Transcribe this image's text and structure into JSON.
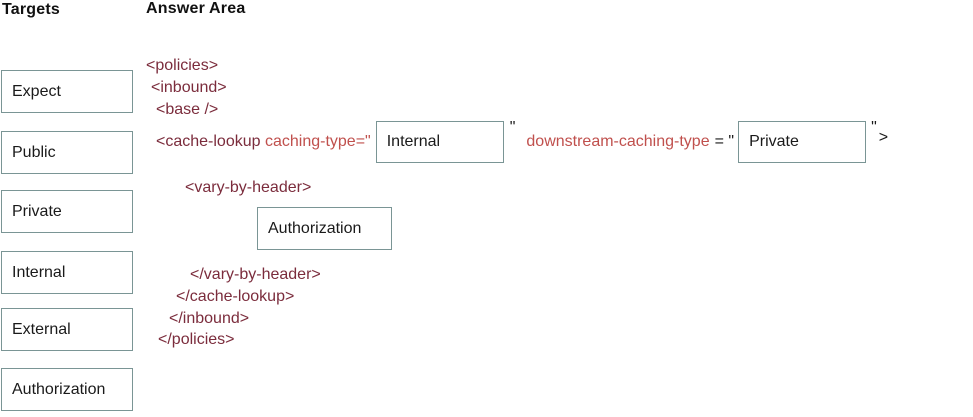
{
  "headers": {
    "targets": "Targets",
    "answer_area": "Answer Area"
  },
  "targets": {
    "items": [
      {
        "label": "Expect"
      },
      {
        "label": "Public"
      },
      {
        "label": "Private"
      },
      {
        "label": "Internal"
      },
      {
        "label": "External"
      },
      {
        "label": "Authorization"
      }
    ]
  },
  "answer_area": {
    "code": {
      "policies_open": "<policies>",
      "inbound_open": "<inbound>",
      "base_self_close": "<base />",
      "cache_lookup_open": "<cache-lookup ",
      "caching_type_attr": "caching-type=\"",
      "quote_after_caching_type": "\"",
      "downstream_attr": "downstream-caching-type",
      "downstream_eq_quote": "= \"",
      "quote_after_downstream": "\"",
      "tag_close_bracket": ">",
      "vary_by_header_open": "<vary-by-header>",
      "vary_by_header_close": "</vary-by-header>",
      "cache_lookup_close": "</cache-lookup>",
      "inbound_close": "</inbound>",
      "policies_close": "</policies>"
    },
    "dropzones": {
      "caching_type_value": "Internal",
      "downstream_caching_type_value": "Private",
      "vary_by_header_value": "Authorization"
    }
  },
  "colors": {
    "xml_tag": "#7b2c3c",
    "xml_attribute": "#c0504d",
    "plain_text": "#1a1a1a",
    "box_border": "#7a9595"
  }
}
